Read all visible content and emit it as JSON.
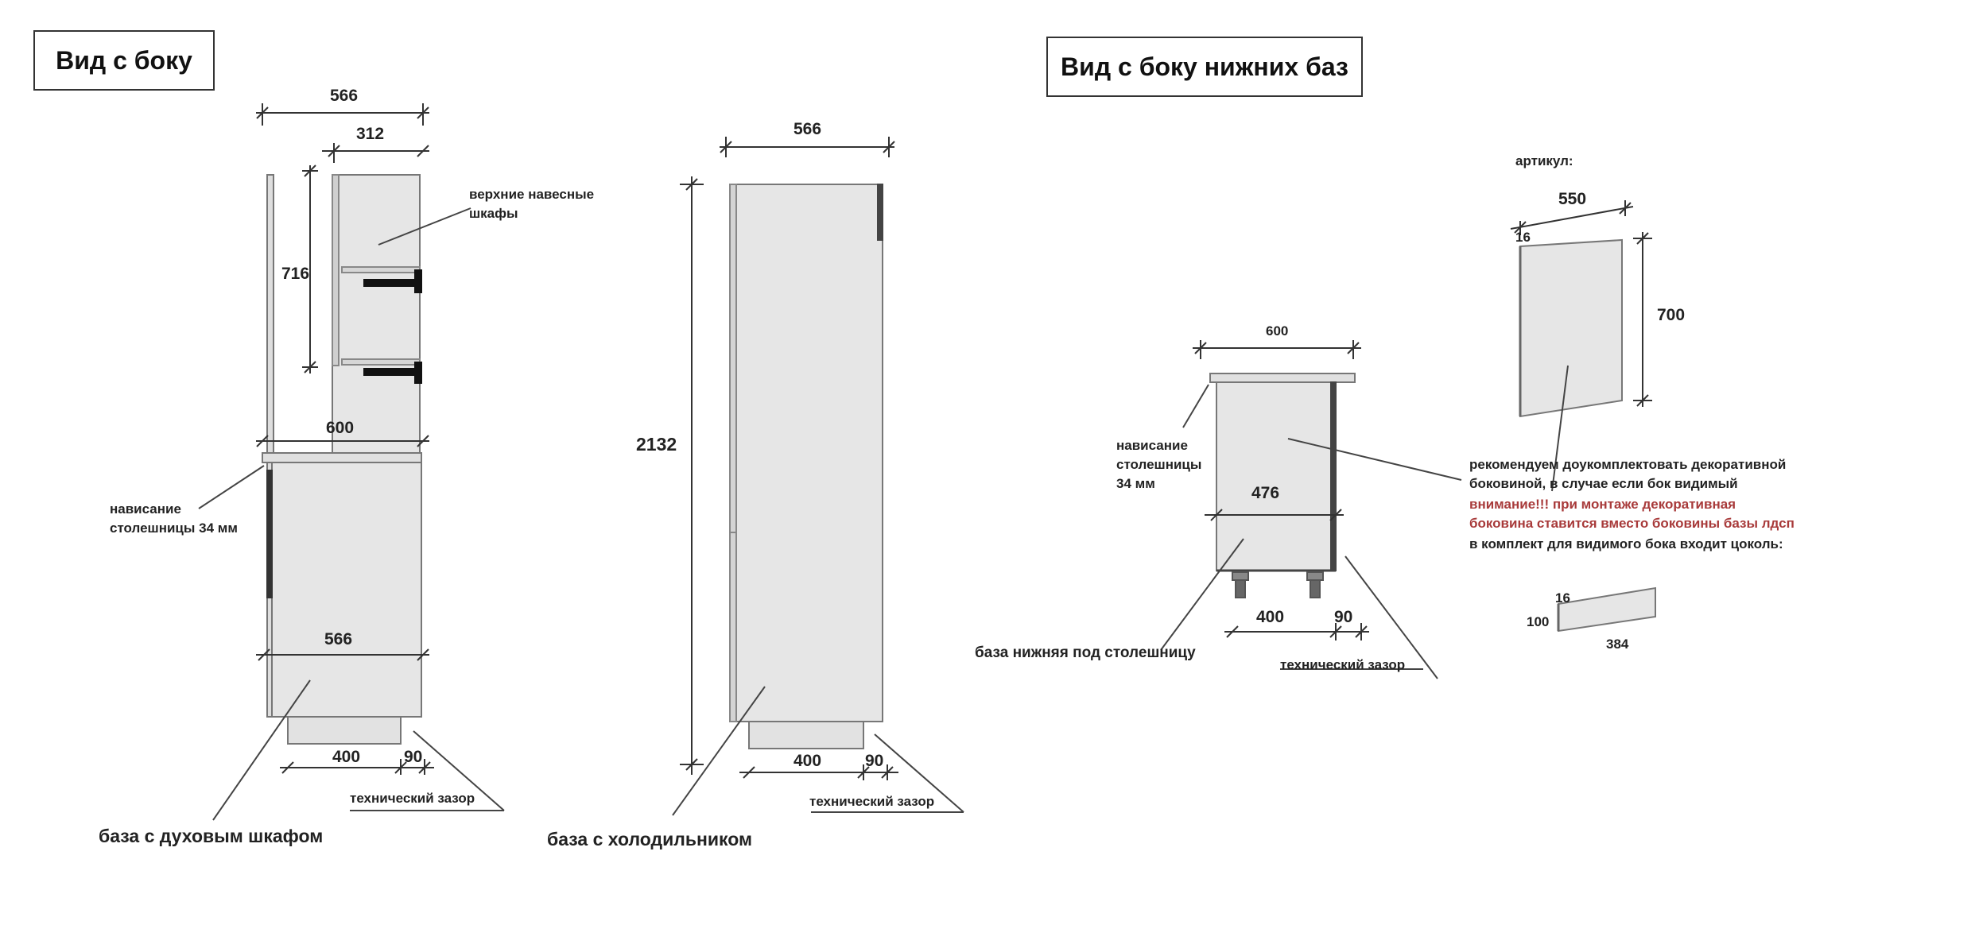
{
  "titles": {
    "left": "Вид с боку",
    "right": "Вид с боку нижних баз"
  },
  "oven_cabinet": {
    "dim_top_width": "566",
    "dim_upper_depth": "312",
    "dim_upper_height": "716",
    "upper_label_line1": "верхние навесные",
    "upper_label_line2": "шкафы",
    "dim_counter": "600",
    "overhang_line1": "нависание",
    "overhang_line2": "столешницы 34 мм",
    "dim_base_depth": "566",
    "dim_plinth": "400",
    "dim_gap": "90",
    "gap_label": "технический зазор",
    "base_label": "база с духовым шкафом"
  },
  "fridge_cabinet": {
    "dim_width": "566",
    "dim_height": "2132",
    "dim_plinth": "400",
    "dim_gap": "90",
    "gap_label": "технический зазор",
    "base_label": "база с холодильником"
  },
  "lower_base": {
    "dim_counter": "600",
    "overhang_line1": "нависание",
    "overhang_line2": "столешницы",
    "overhang_line3": "34 мм",
    "dim_depth": "476",
    "dim_plinth": "400",
    "dim_gap": "90",
    "gap_label": "технический зазор",
    "base_label": "база нижняя под столешницу"
  },
  "decor_panel": {
    "article_label": "артикул:",
    "dim_width": "550",
    "dim_thickness": "16",
    "dim_height": "700",
    "recommend_line1": "рекомендуем доукомплектовать декоративной",
    "recommend_line2": "боковиной, в случае если бок видимый",
    "warning_line1": "внимание!!! при монтаже декоративная",
    "warning_line2": "боковина ставится вместо боковины базы лдсп",
    "kit_line": "в комплект для видимого бока входит цоколь:",
    "plinth_thickness": "16",
    "plinth_height": "100",
    "plinth_length": "384"
  },
  "colors": {
    "line": "#333333",
    "panel_fill": "#e4e4e4",
    "warning": "#a83a3a"
  }
}
